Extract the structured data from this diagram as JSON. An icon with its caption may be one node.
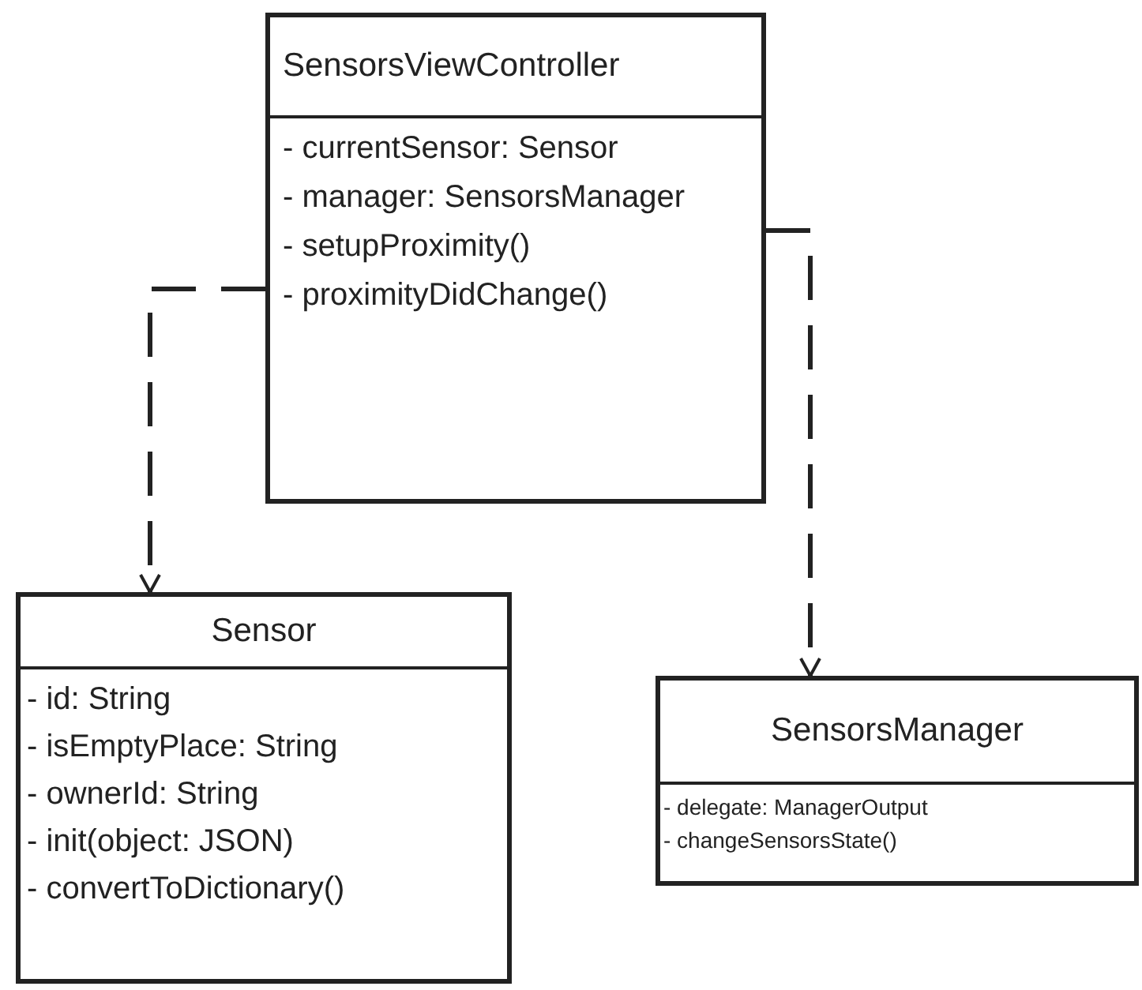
{
  "diagram": {
    "nodes": [
      {
        "text": [
          "SensorsViewController",
          "- currentSensor: Sensor",
          "- manager: SensorsManager",
          "- setupProximity()",
          "- proximityDidChange()"
        ]
      },
      {
        "text": [
          "Sensor",
          "- id: String",
          "- isEmptyPlace: String",
          "- ownerId: String",
          "- init(object: JSON)",
          "- convertToDictionary()"
        ]
      },
      {
        "text": [
          "SensorsManager",
          "- delegate: ManagerOutput",
          "- changeSensorsState()"
        ]
      }
    ],
    "edges": [
      {
        "from": 0,
        "to": 1,
        "arrow": "to",
        "style": "dashed"
      },
      {
        "from": 0,
        "to": 2,
        "arrow": "to",
        "style": "dashed"
      }
    ]
  }
}
